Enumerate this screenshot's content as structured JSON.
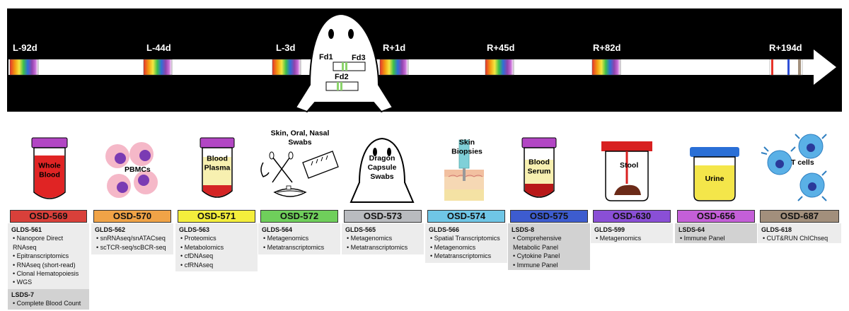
{
  "timeline": {
    "labels": [
      "L-92d",
      "L-44d",
      "L-3d",
      "R+1d",
      "R+45d",
      "R+82d",
      "R+194d"
    ],
    "flight_days": [
      "Fd1",
      "Fd2",
      "Fd3"
    ]
  },
  "samples": [
    {
      "label": "Whole\nBlood"
    },
    {
      "label": "PBMCs"
    },
    {
      "label": "Blood\nPlasma"
    },
    {
      "label": "Skin, Oral, Nasal\nSwabs"
    },
    {
      "label": "Dragon\nCapsule\nSwabs"
    },
    {
      "label": "Skin\nBiopsies"
    },
    {
      "label": "Blood\nSerum"
    },
    {
      "label": "Stool"
    },
    {
      "label": "Urine"
    },
    {
      "label": "T cells"
    }
  ],
  "datasets": [
    {
      "osd": "OSD-569",
      "color": "#d9403a",
      "gid": "GLDS-561",
      "items": [
        "Nanopore Direct RNAseq",
        "Epitranscriptomics",
        "RNAseq (short-read)",
        "Clonal Hematopoiesis",
        "WGS"
      ],
      "sub": {
        "gid": "LSDS-7",
        "items": [
          "Complete Blood Count"
        ]
      }
    },
    {
      "osd": "OSD-570",
      "color": "#f0a347",
      "gid": "GLDS-562",
      "items": [
        "snRNAseq/snATACseq",
        "scTCR-seq/scBCR-seq"
      ]
    },
    {
      "osd": "OSD-571",
      "color": "#f4ee3c",
      "gid": "GLDS-563",
      "items": [
        "Proteomics",
        "Metabolomics",
        "cfDNAseq",
        "cfRNAseq"
      ]
    },
    {
      "osd": "OSD-572",
      "color": "#6fcf5b",
      "gid": "GLDS-564",
      "items": [
        "Metagenomics",
        "Metatranscriptomics"
      ]
    },
    {
      "osd": "OSD-573",
      "color": "#b9bbbf",
      "gid": "GLDS-565",
      "items": [
        "Metagenomics",
        "Metatranscriptomics"
      ]
    },
    {
      "osd": "OSD-574",
      "color": "#6fc6e6",
      "gid": "GLDS-566",
      "items": [
        "Spatial Transcriptomics",
        "Metagenomics",
        "Metatranscriptomics"
      ]
    },
    {
      "osd": "OSD-575",
      "color": "#3d5ccf",
      "gid": "LSDS-8",
      "items": [
        "Comprehensive Metabolic Panel",
        "Cytokine Panel",
        "Immune Panel"
      ],
      "dark": true
    },
    {
      "osd": "OSD-630",
      "color": "#8a4fd6",
      "gid": "GLDS-599",
      "items": [
        "Metagenomics"
      ]
    },
    {
      "osd": "OSD-656",
      "color": "#c45fd8",
      "gid": "LSDS-64",
      "items": [
        "Immune Panel"
      ],
      "dark": true
    },
    {
      "osd": "OSD-687",
      "color": "#a28f7c",
      "gid": "GLDS-618",
      "items": [
        "CUT&RUN ChIChseq"
      ]
    }
  ]
}
